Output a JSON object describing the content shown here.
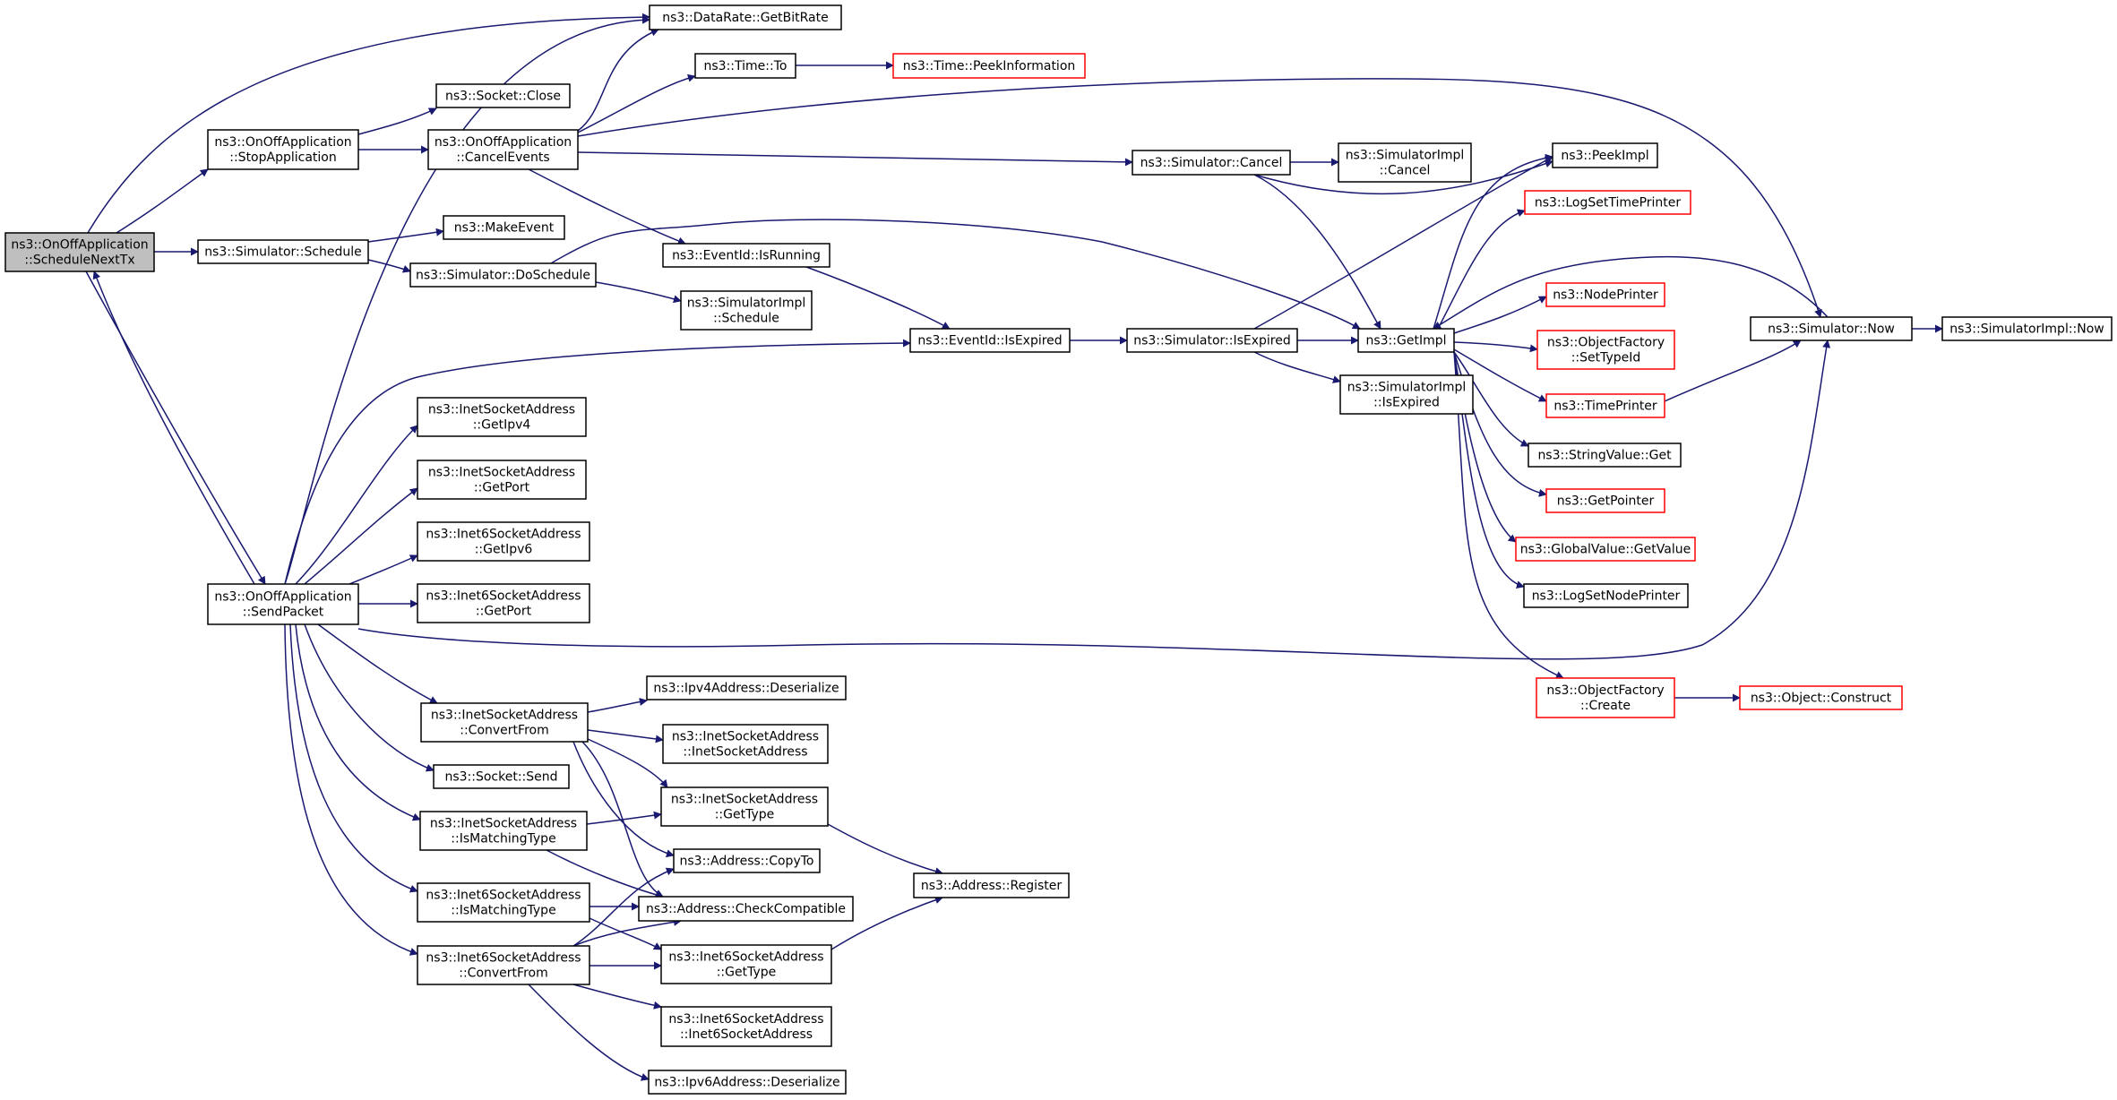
{
  "colors": {
    "edge": "#191970",
    "node_border": "#000000",
    "missing_border": "#ff0000",
    "root_fill": "#bfbfbf"
  },
  "nodes": [
    {
      "id": "n0",
      "lines": [
        "ns3::OnOffApplication",
        "::ScheduleNextTx"
      ],
      "style": "root"
    },
    {
      "id": "n1",
      "lines": [
        "ns3::DataRate::GetBitRate"
      ],
      "style": "normal"
    },
    {
      "id": "n2",
      "lines": [
        "ns3::OnOffApplication",
        "::StopApplication"
      ],
      "style": "normal"
    },
    {
      "id": "n3",
      "lines": [
        "ns3::Simulator::Schedule"
      ],
      "style": "normal"
    },
    {
      "id": "n4",
      "lines": [
        "ns3::OnOffApplication",
        "::SendPacket"
      ],
      "style": "normal"
    },
    {
      "id": "n5",
      "lines": [
        "ns3::Socket::Close"
      ],
      "style": "normal"
    },
    {
      "id": "n6",
      "lines": [
        "ns3::OnOffApplication",
        "::CancelEvents"
      ],
      "style": "normal"
    },
    {
      "id": "n7",
      "lines": [
        "ns3::MakeEvent"
      ],
      "style": "normal"
    },
    {
      "id": "n8",
      "lines": [
        "ns3::Simulator::DoSchedule"
      ],
      "style": "normal"
    },
    {
      "id": "n9",
      "lines": [
        "ns3::Time::To"
      ],
      "style": "normal"
    },
    {
      "id": "n10",
      "lines": [
        "ns3::Time::PeekInformation"
      ],
      "style": "red"
    },
    {
      "id": "n11",
      "lines": [
        "ns3::EventId::IsRunning"
      ],
      "style": "normal"
    },
    {
      "id": "n12",
      "lines": [
        "ns3::SimulatorImpl",
        "::Schedule"
      ],
      "style": "normal"
    },
    {
      "id": "n13",
      "lines": [
        "ns3::EventId::IsExpired"
      ],
      "style": "normal"
    },
    {
      "id": "n14",
      "lines": [
        "ns3::Simulator::Cancel"
      ],
      "style": "normal"
    },
    {
      "id": "n15",
      "lines": [
        "ns3::SimulatorImpl",
        "::Cancel"
      ],
      "style": "normal"
    },
    {
      "id": "n16",
      "lines": [
        "ns3::Simulator::IsExpired"
      ],
      "style": "normal"
    },
    {
      "id": "n17",
      "lines": [
        "ns3::GetImpl"
      ],
      "style": "normal"
    },
    {
      "id": "n18",
      "lines": [
        "ns3::SimulatorImpl",
        "::IsExpired"
      ],
      "style": "normal"
    },
    {
      "id": "n19",
      "lines": [
        "ns3::PeekImpl"
      ],
      "style": "normal"
    },
    {
      "id": "n20",
      "lines": [
        "ns3::LogSetTimePrinter"
      ],
      "style": "red"
    },
    {
      "id": "n21",
      "lines": [
        "ns3::NodePrinter"
      ],
      "style": "red"
    },
    {
      "id": "n22",
      "lines": [
        "ns3::ObjectFactory",
        "::SetTypeId"
      ],
      "style": "red"
    },
    {
      "id": "n23",
      "lines": [
        "ns3::TimePrinter"
      ],
      "style": "red"
    },
    {
      "id": "n24",
      "lines": [
        "ns3::StringValue::Get"
      ],
      "style": "normal"
    },
    {
      "id": "n25",
      "lines": [
        "ns3::GetPointer"
      ],
      "style": "red"
    },
    {
      "id": "n26",
      "lines": [
        "ns3::GlobalValue::GetValue"
      ],
      "style": "red"
    },
    {
      "id": "n27",
      "lines": [
        "ns3::LogSetNodePrinter"
      ],
      "style": "normal"
    },
    {
      "id": "n28",
      "lines": [
        "ns3::ObjectFactory",
        "::Create"
      ],
      "style": "red"
    },
    {
      "id": "n29",
      "lines": [
        "ns3::Object::Construct"
      ],
      "style": "red"
    },
    {
      "id": "n30",
      "lines": [
        "ns3::Simulator::Now"
      ],
      "style": "normal"
    },
    {
      "id": "n31",
      "lines": [
        "ns3::SimulatorImpl::Now"
      ],
      "style": "normal"
    },
    {
      "id": "n32",
      "lines": [
        "ns3::InetSocketAddress",
        "::GetIpv4"
      ],
      "style": "normal"
    },
    {
      "id": "n33",
      "lines": [
        "ns3::InetSocketAddress",
        "::GetPort"
      ],
      "style": "normal"
    },
    {
      "id": "n34",
      "lines": [
        "ns3::Inet6SocketAddress",
        "::GetIpv6"
      ],
      "style": "normal"
    },
    {
      "id": "n35",
      "lines": [
        "ns3::Inet6SocketAddress",
        "::GetPort"
      ],
      "style": "normal"
    },
    {
      "id": "n36",
      "lines": [
        "ns3::InetSocketAddress",
        "::ConvertFrom"
      ],
      "style": "normal"
    },
    {
      "id": "n37",
      "lines": [
        "ns3::Socket::Send"
      ],
      "style": "normal"
    },
    {
      "id": "n38",
      "lines": [
        "ns3::InetSocketAddress",
        "::IsMatchingType"
      ],
      "style": "normal"
    },
    {
      "id": "n39",
      "lines": [
        "ns3::Inet6SocketAddress",
        "::IsMatchingType"
      ],
      "style": "normal"
    },
    {
      "id": "n40",
      "lines": [
        "ns3::Inet6SocketAddress",
        "::ConvertFrom"
      ],
      "style": "normal"
    },
    {
      "id": "n41",
      "lines": [
        "ns3::Ipv4Address::Deserialize"
      ],
      "style": "normal"
    },
    {
      "id": "n42",
      "lines": [
        "ns3::InetSocketAddress",
        "::InetSocketAddress"
      ],
      "style": "normal"
    },
    {
      "id": "n43",
      "lines": [
        "ns3::InetSocketAddress",
        "::GetType"
      ],
      "style": "normal"
    },
    {
      "id": "n44",
      "lines": [
        "ns3::Address::CopyTo"
      ],
      "style": "normal"
    },
    {
      "id": "n45",
      "lines": [
        "ns3::Address::CheckCompatible"
      ],
      "style": "normal"
    },
    {
      "id": "n46",
      "lines": [
        "ns3::Inet6SocketAddress",
        "::GetType"
      ],
      "style": "normal"
    },
    {
      "id": "n47",
      "lines": [
        "ns3::Inet6SocketAddress",
        "::Inet6SocketAddress"
      ],
      "style": "normal"
    },
    {
      "id": "n48",
      "lines": [
        "ns3::Ipv6Address::Deserialize"
      ],
      "style": "normal"
    },
    {
      "id": "n49",
      "lines": [
        "ns3::Address::Register"
      ],
      "style": "normal"
    }
  ],
  "edges": [
    [
      "n0",
      "n1"
    ],
    [
      "n0",
      "n2"
    ],
    [
      "n0",
      "n3"
    ],
    [
      "n0",
      "n4"
    ],
    [
      "n4",
      "n0"
    ],
    [
      "n2",
      "n5"
    ],
    [
      "n2",
      "n6"
    ],
    [
      "n3",
      "n7"
    ],
    [
      "n3",
      "n8"
    ],
    [
      "n8",
      "n12"
    ],
    [
      "n8",
      "n17"
    ],
    [
      "n6",
      "n1"
    ],
    [
      "n6",
      "n9"
    ],
    [
      "n6",
      "n14"
    ],
    [
      "n6",
      "n11"
    ],
    [
      "n6",
      "n30"
    ],
    [
      "n9",
      "n10"
    ],
    [
      "n11",
      "n13"
    ],
    [
      "n14",
      "n15"
    ],
    [
      "n14",
      "n17"
    ],
    [
      "n14",
      "n19"
    ],
    [
      "n13",
      "n16"
    ],
    [
      "n16",
      "n17"
    ],
    [
      "n16",
      "n18"
    ],
    [
      "n16",
      "n19"
    ],
    [
      "n17",
      "n19"
    ],
    [
      "n17",
      "n20"
    ],
    [
      "n17",
      "n21"
    ],
    [
      "n17",
      "n22"
    ],
    [
      "n17",
      "n23"
    ],
    [
      "n17",
      "n24"
    ],
    [
      "n17",
      "n25"
    ],
    [
      "n17",
      "n26"
    ],
    [
      "n17",
      "n27"
    ],
    [
      "n17",
      "n28"
    ],
    [
      "n30",
      "n17"
    ],
    [
      "n30",
      "n31"
    ],
    [
      "n23",
      "n30"
    ],
    [
      "n28",
      "n29"
    ],
    [
      "n4",
      "n1"
    ],
    [
      "n4",
      "n13"
    ],
    [
      "n4",
      "n32"
    ],
    [
      "n4",
      "n33"
    ],
    [
      "n4",
      "n34"
    ],
    [
      "n4",
      "n35"
    ],
    [
      "n4",
      "n30"
    ],
    [
      "n4",
      "n36"
    ],
    [
      "n4",
      "n37"
    ],
    [
      "n4",
      "n38"
    ],
    [
      "n4",
      "n39"
    ],
    [
      "n4",
      "n40"
    ],
    [
      "n36",
      "n41"
    ],
    [
      "n36",
      "n42"
    ],
    [
      "n36",
      "n43"
    ],
    [
      "n36",
      "n44"
    ],
    [
      "n36",
      "n45"
    ],
    [
      "n38",
      "n43"
    ],
    [
      "n38",
      "n45"
    ],
    [
      "n39",
      "n45"
    ],
    [
      "n39",
      "n46"
    ],
    [
      "n40",
      "n44"
    ],
    [
      "n40",
      "n45"
    ],
    [
      "n40",
      "n46"
    ],
    [
      "n40",
      "n47"
    ],
    [
      "n40",
      "n48"
    ],
    [
      "n43",
      "n49"
    ],
    [
      "n46",
      "n49"
    ]
  ]
}
